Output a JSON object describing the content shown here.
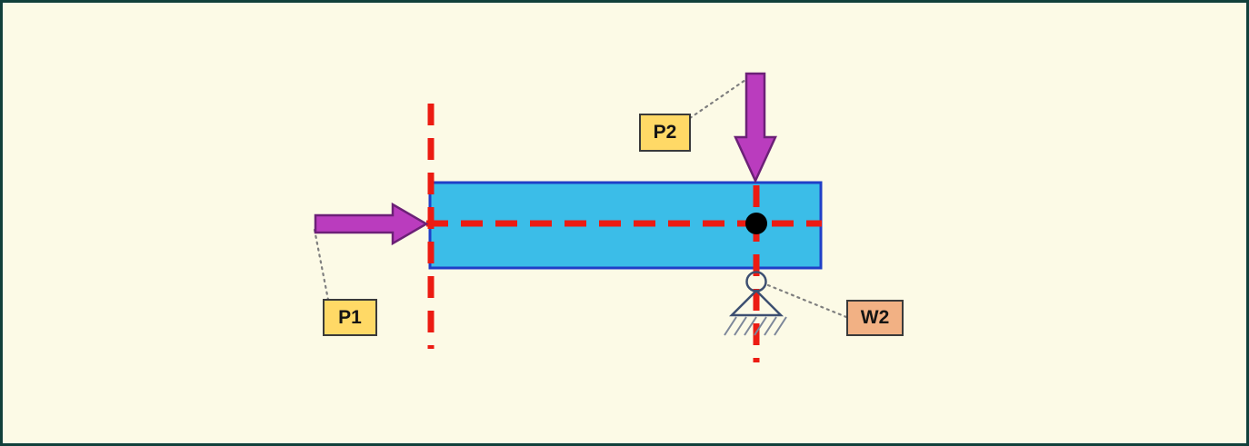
{
  "diagram": {
    "kind": "beam-free-body-diagram",
    "labels": {
      "p1": {
        "text": "P1"
      },
      "p2": {
        "text": "P2"
      },
      "w2": {
        "text": "W2"
      }
    },
    "annotations": {
      "p1_force_direction": "right",
      "p2_force_direction": "down",
      "w2_support_type": "pin-support"
    },
    "colors": {
      "canvas_background": "#FCFAE6",
      "canvas_border": "#11403B",
      "beam_fill": "#3BBDE8",
      "beam_outline": "#1F3FC8",
      "arrow_fill": "#BA3CBE",
      "arrow_outline": "#6C2077",
      "centerline_red": "#EC1B12",
      "support_outline": "#3D4F71",
      "hatch_gray": "#7C8699",
      "connector_gray": "#7F7F7F",
      "label_yellow": "#FFD966",
      "label_salmon": "#F2B184",
      "label_border": "#3A3A3A",
      "point_marker": "#000000"
    }
  }
}
